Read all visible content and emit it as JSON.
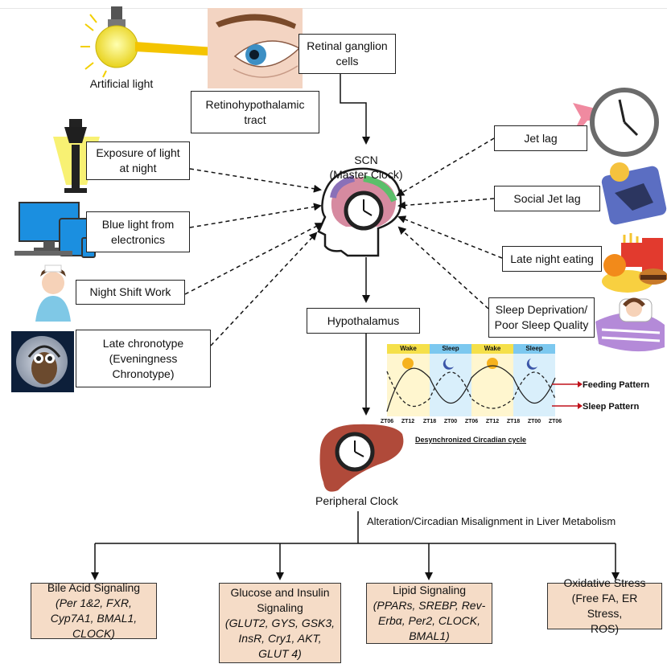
{
  "top_left": {
    "artificial_light": "Artificial light",
    "retinal_ganglion": "Retinal ganglion cells",
    "retinohypothalamic": "Retinohypothalamic tract"
  },
  "center": {
    "scn_line1": "SCN",
    "scn_line2": "(Master Clock)",
    "hypothalamus": "Hypothalamus",
    "peripheral_clock": "Peripheral Clock",
    "alteration": "Alteration/Circadian Misalignment in Liver Metabolism"
  },
  "left_factors": {
    "exposure": "Exposure of light at night",
    "blue_light": "Blue light from electronics",
    "night_shift": "Night Shift Work",
    "chronotype_l1": "Late chronotype",
    "chronotype_l2": "(Eveningness",
    "chronotype_l3": "Chronotype)"
  },
  "right_factors": {
    "jet_lag": "Jet lag",
    "social_jet_lag": "Social Jet lag",
    "late_eating": "Late night eating",
    "sleep_dep_l1": "Sleep Deprivation/",
    "sleep_dep_l2": "Poor Sleep Quality"
  },
  "cycle": {
    "phases": [
      "Wake",
      "Sleep",
      "Wake",
      "Sleep"
    ],
    "ticks": [
      "ZT06",
      "ZT12",
      "ZT18",
      "ZT00",
      "ZT06",
      "ZT12",
      "ZT18",
      "ZT00",
      "ZT06"
    ],
    "feeding": "Feeding Pattern",
    "sleep_pattern": "Sleep Pattern",
    "caption": "Desynchronized Circadian cycle"
  },
  "outputs": {
    "bile_title": "Bile Acid Signaling",
    "bile_l1": "(Per 1&2, FXR,",
    "bile_l2": "Cyp7A1, BMAL1,",
    "bile_l3": "CLOCK)",
    "glucose_title_l1": "Glucose and Insulin",
    "glucose_title_l2": "Signaling",
    "glucose_l1": "(GLUT2, GYS, GSK3,",
    "glucose_l2": "InsR, Cry1, AKT,",
    "glucose_l3": "GLUT 4)",
    "lipid_title": "Lipid Signaling",
    "lipid_l1": "(PPARs, SREBP, Rev-",
    "lipid_l2": "Erbα, Per2, CLOCK,",
    "lipid_l3": "BMAL1)",
    "ox_title": "Oxidative Stress",
    "ox_l1": "(Free FA, ER Stress,",
    "ox_l2": "ROS)"
  },
  "colors": {
    "box_fill": "#f5dcc7",
    "wake_header": "#f5e04a",
    "sleep_header": "#7cc8ef",
    "wake_bg": "#fff6cf",
    "sleep_bg": "#d9effb"
  }
}
